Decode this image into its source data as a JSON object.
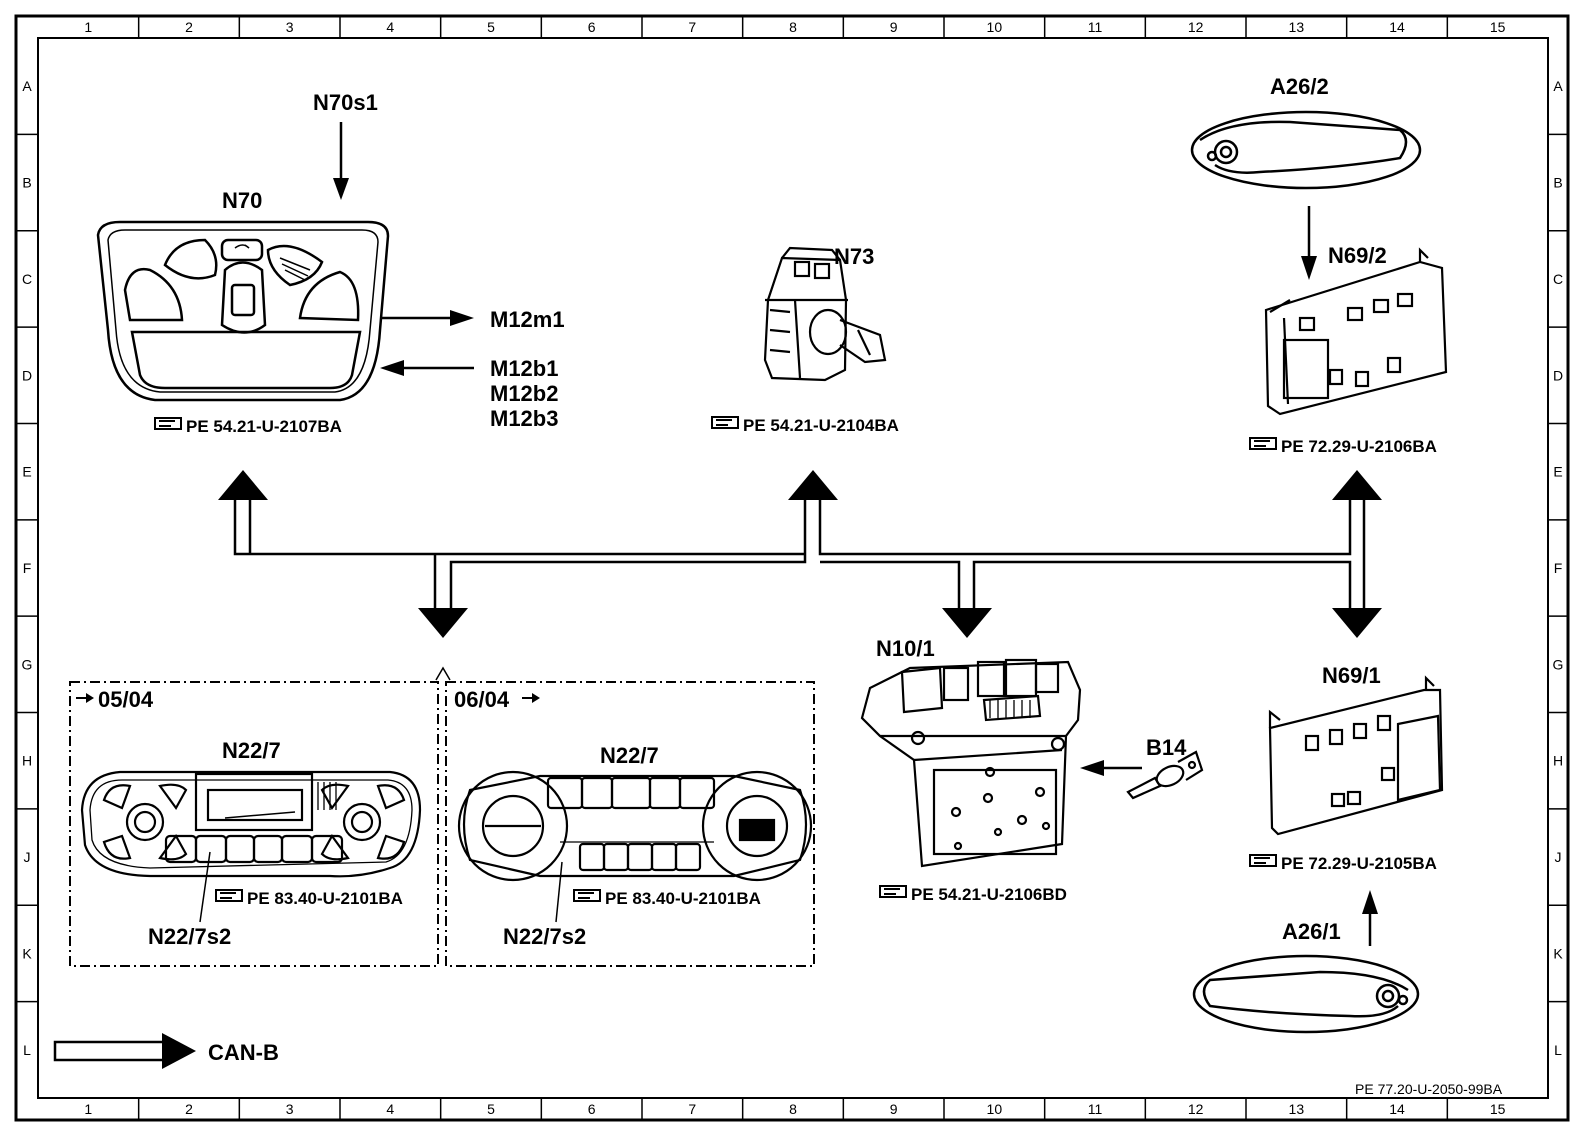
{
  "frame": {
    "columns": [
      "1",
      "2",
      "3",
      "4",
      "5",
      "6",
      "7",
      "8",
      "9",
      "10",
      "11",
      "12",
      "13",
      "14",
      "15"
    ],
    "rows": [
      "A",
      "B",
      "C",
      "D",
      "E",
      "F",
      "G",
      "H",
      "J",
      "K",
      "L"
    ],
    "doc_ref": "PE 77.20-U-2050-99BA"
  },
  "components": {
    "n70s1": "N70s1",
    "n70": "N70",
    "n70_ref": "PE  54.21-U-2107BA",
    "m12m1": "M12m1",
    "m12b1": "M12b1",
    "m12b2": "M12b2",
    "m12b3": "M12b3",
    "n73": "N73",
    "n73_ref": "PE  54.21-U-2104BA",
    "a26_2": "A26/2",
    "n69_2": "N69/2",
    "n69_2_ref": "PE  72.29-U-2106BA",
    "n10_1": "N10/1",
    "n10_1_ref": "PE  54.21-U-2106BD",
    "b14": "B14",
    "n69_1": "N69/1",
    "n69_1_ref": "PE  72.29-U-2105BA",
    "a26_1": "A26/1",
    "variant_left": "05/04",
    "variant_right": "06/04",
    "n22_7_left": "N22/7",
    "n22_7_right": "N22/7",
    "n22_7_left_ref": "PE  83.40-U-2101BA",
    "n22_7_right_ref": "PE  83.40-U-2101BA",
    "n22_7s2_left": "N22/7s2",
    "n22_7s2_right": "N22/7s2"
  },
  "legend": {
    "can_b": "CAN-B"
  }
}
